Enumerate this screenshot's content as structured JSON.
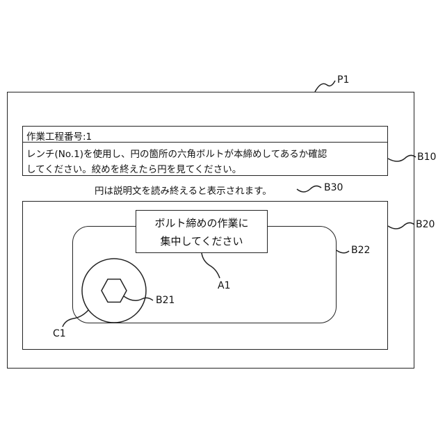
{
  "labels": {
    "p1": "P1",
    "b10": "B10",
    "b20": "B20",
    "b21": "B21",
    "b22": "B22",
    "b30": "B30",
    "a1": "A1",
    "c1": "C1"
  },
  "instruction_box": {
    "header": "作業工程番号:1",
    "line1": "レンチ(No.1)を使用し、円の箇所の六角ボルトが本締めしてあるか確認",
    "line2": "してください。絞めを終えたら円を見てください。"
  },
  "notice": "円は説明文を読み終えると表示されます。",
  "attention_box": {
    "line1": "ボルト締めの作業に",
    "line2": "集中してください"
  },
  "icons": {
    "hex_bolt": "hexagon-bolt-icon"
  }
}
